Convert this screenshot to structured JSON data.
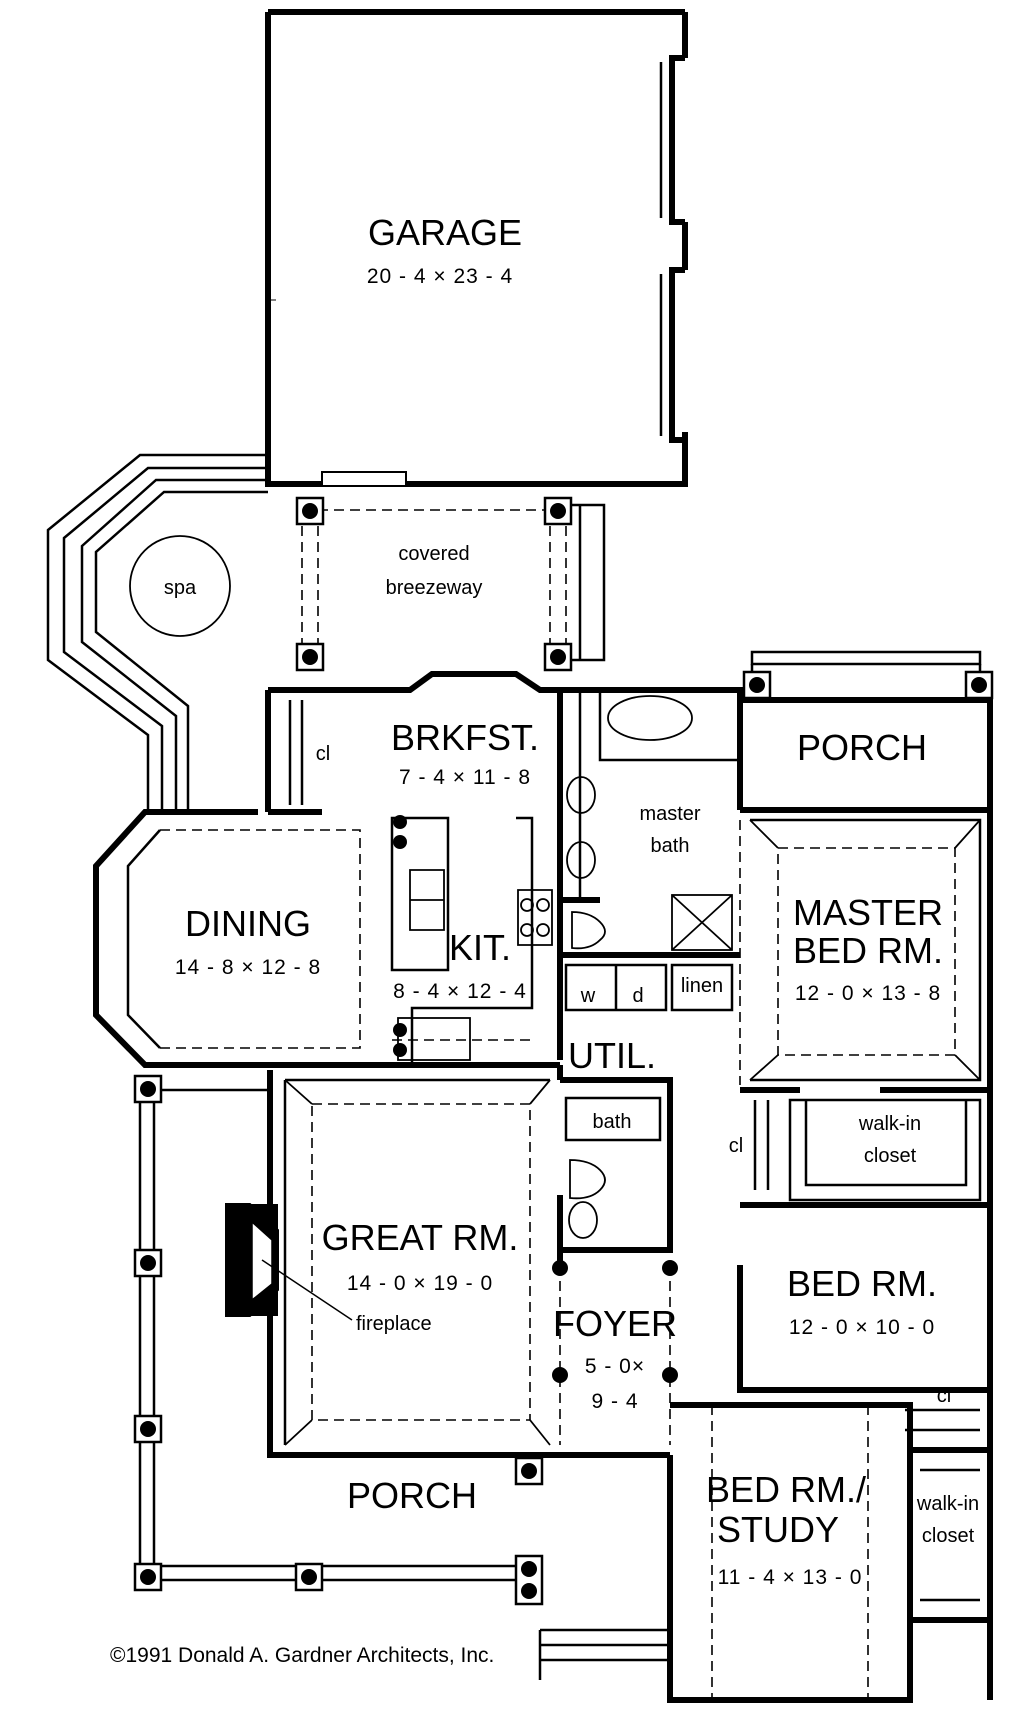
{
  "plan": {
    "rooms": {
      "garage": {
        "name": "GARAGE",
        "dims": "20 - 4 × 23 - 4"
      },
      "breezeway": {
        "line1": "covered",
        "line2": "breezeway"
      },
      "spa": {
        "name": "spa"
      },
      "breakfast": {
        "name": "BRKFST.",
        "dims": "7 - 4 × 11 - 8"
      },
      "dining": {
        "name": "DINING",
        "dims": "14 - 8 × 12 - 8"
      },
      "kitchen": {
        "name": "KIT.",
        "dims": "8 - 4 × 12 - 4"
      },
      "great_room": {
        "name": "GREAT RM.",
        "dims": "14 - 0 × 19 - 0"
      },
      "fireplace": {
        "name": "fireplace"
      },
      "utility": {
        "name": "UTIL."
      },
      "washer": {
        "name": "w"
      },
      "dryer": {
        "name": "d"
      },
      "linen": {
        "name": "linen"
      },
      "bath": {
        "name": "bath"
      },
      "foyer": {
        "name": "FOYER",
        "dims_line1": "5 - 0×",
        "dims_line2": "9 - 4"
      },
      "master_bath": {
        "line1": "master",
        "line2": "bath"
      },
      "rear_porch": {
        "name": "PORCH"
      },
      "master_bed": {
        "line1": "MASTER",
        "line2": "BED RM.",
        "dims": "12 - 0 × 13 - 8"
      },
      "walkin_closet_master": {
        "line1": "walk-in",
        "line2": "closet"
      },
      "bed_room": {
        "name": "BED RM.",
        "dims": "12 - 0 × 10 - 0"
      },
      "bed_study": {
        "line1": "BED RM./",
        "line2": "STUDY",
        "dims": "11 - 4 × 13 - 0"
      },
      "walkin_closet_study": {
        "line1": "walk-in",
        "line2": "closet"
      },
      "front_porch": {
        "name": "PORCH"
      },
      "closet_brkfst": {
        "name": "cl"
      },
      "closet_hall": {
        "name": "cl"
      },
      "closet_bed": {
        "name": "cl"
      }
    },
    "copyright": "©1991 Donald A. Gardner Architects, Inc."
  }
}
